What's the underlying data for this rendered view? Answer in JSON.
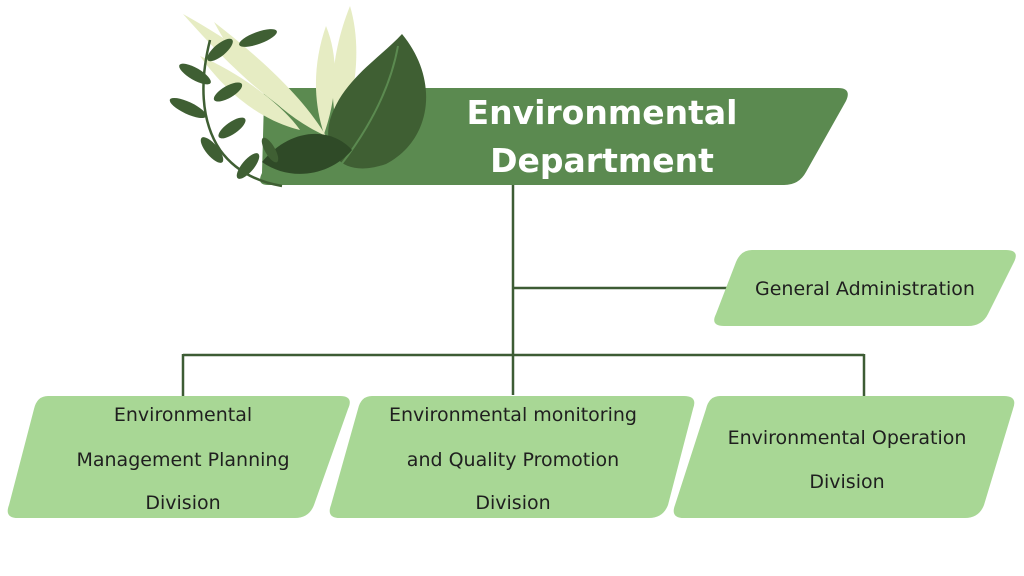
{
  "colors": {
    "header_fill": "#5b8a50",
    "box_fill": "#a8d795",
    "connector": "#3d5c34",
    "leaf_dark": "#3f5f33",
    "leaf_light": "#e6ecc3"
  },
  "decoration": {
    "icon": "leaf-cluster-icon"
  },
  "header": {
    "title_line1": "Environmental",
    "title_line2": "Department"
  },
  "general_admin": {
    "label": "General Administration"
  },
  "divisions": [
    {
      "lines": [
        "Environmental",
        "Management Planning",
        "Division"
      ]
    },
    {
      "lines": [
        "Environmental monitoring",
        "and Quality Promotion",
        "Division"
      ]
    },
    {
      "lines": [
        "Environmental Operation",
        "Division"
      ]
    }
  ]
}
